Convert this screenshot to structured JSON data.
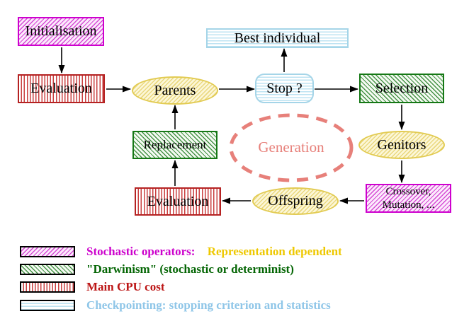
{
  "figure": {
    "nodes": {
      "initialisation": "Initialisation",
      "evaluation_top": "Evaluation",
      "parents": "Parents",
      "best_individual": "Best individual",
      "stop": "Stop ?",
      "selection": "Selection",
      "genitors": "Genitors",
      "crossover_line1": "Crossover,",
      "crossover_line2": "Mutation, ...",
      "offspring": "Offspring",
      "evaluation_bottom": "Evaluation",
      "replacement": "Replacement",
      "generation": "Generation"
    },
    "colors": {
      "magenta": "#cc00cc",
      "red": "#b52222",
      "green": "#157815",
      "cyan": "#a5d5e8",
      "yellow": "#e2cb52",
      "salmon": "#e7807a",
      "gold_text": "#eec800",
      "green_text": "#056605",
      "red_text": "#bc1515",
      "blue_text": "#8fc6e8",
      "arrow": "#000000"
    }
  },
  "legend": {
    "items": [
      {
        "swatch": "magenta-diagonal-hatch",
        "segments": [
          {
            "text": "Stochastic operators:",
            "color": "#cc00cc"
          },
          {
            "text": "Representation dependent",
            "color": "#eec800"
          }
        ]
      },
      {
        "swatch": "green-diagonal-hatch",
        "segments": [
          {
            "text": "\"Darwinism\" (stochastic or determinist)",
            "color": "#056605"
          }
        ]
      },
      {
        "swatch": "red-vertical-hatch",
        "segments": [
          {
            "text": "Main CPU cost",
            "color": "#bc1515"
          }
        ]
      },
      {
        "swatch": "cyan-horizontal-hatch",
        "segments": [
          {
            "text": "Checkpointing: stopping criterion and statistics",
            "color": "#8fc6e8"
          }
        ]
      }
    ]
  }
}
